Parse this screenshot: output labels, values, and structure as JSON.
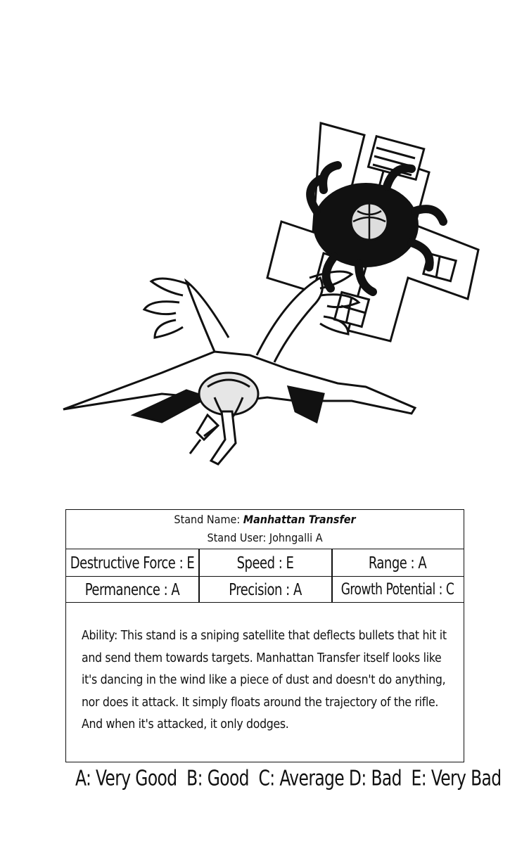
{
  "stand_name_label": "Stand Name:",
  "stand_name_value": "Manhattan Transfer",
  "stand_user": "Stand User: Johngalli A",
  "stats_row_1": [
    "Destructive Force : E",
    "Speed : E",
    "Range : A"
  ],
  "stats_row_2": [
    "Permanence : A",
    "Precision : A",
    "Growth Potential : C"
  ],
  "ability_label": "Ability:",
  "ability_text": "This stand is a sniping satellite that deflects bullets that hit it and send them towards targets. Manhattan Transfer itself looks like it's dancing in the wind like a piece of dust and doesn't do anything, nor does it attack. It simply floats around the trajectory of the rifle. And when it's attacked, it only dodges.",
  "legend": "A: Very Good  B: Good  C: Average D: Bad  E: Very Bad"
}
